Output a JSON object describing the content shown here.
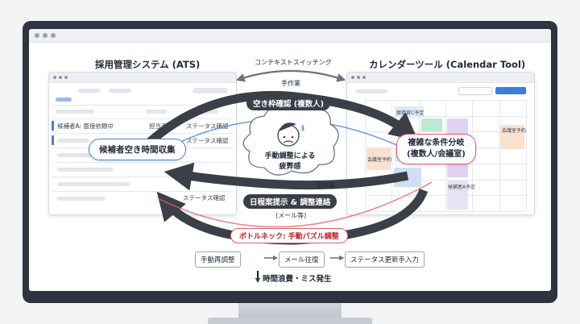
{
  "screen": {
    "left_title": "採用管理システム (ATS)",
    "right_title": "カレンダーツール (Calendar Tool)"
  },
  "top_flow": {
    "context_switch": "コンテキストスイッチング",
    "manual_top": "手作業",
    "manual_right": "手作業"
  },
  "ats": {
    "row1_name": "候補者A: 面接依頼中",
    "row1_owner": "担当者B",
    "row1_status": "ステータス確認",
    "row2_status": "ステータス確認",
    "row3_status": "ステータス確認"
  },
  "calendar": {
    "event_1": "面接官C予定",
    "event_2": "会議室予約",
    "event_3": "会議室予約",
    "event_4": "候補者A予定"
  },
  "bubbles": {
    "collect": "候補者空き時間収集",
    "condition_line1": "複雑な条件分岐",
    "condition_line2": "(複数人/会議室)",
    "availability": "空き枠確認 (複数人)",
    "proposal": "日程案提示 & 調整連絡",
    "email": "(メール等)",
    "fatigue_line1": "手動調整による",
    "fatigue_line2": "疲弊感",
    "bottleneck": "ボトルネック: 手動パズル調整"
  },
  "process": {
    "step1": "手動再調整",
    "step2": "メール往復",
    "step3": "ステータス更新手入力",
    "result": "時間浪費・ミス発生"
  },
  "colors": {
    "accent_blue": "#4a7fd6",
    "accent_red": "#e45c6b",
    "arrow_dark": "#3b3f48"
  }
}
